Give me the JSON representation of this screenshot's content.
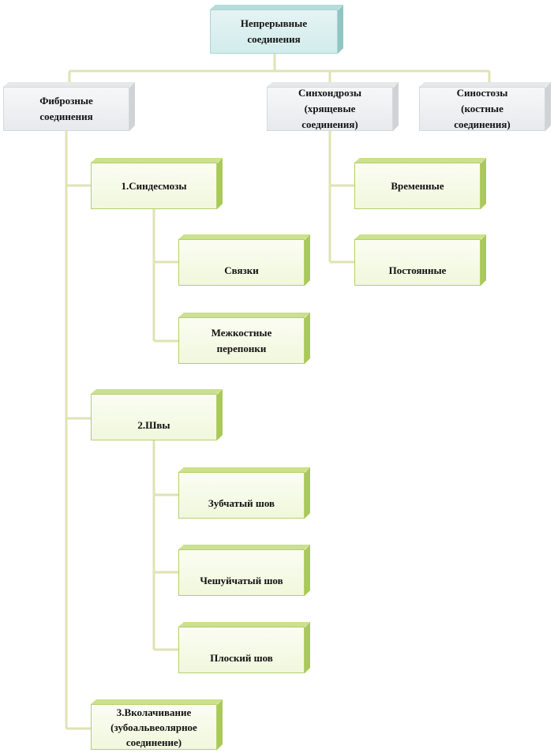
{
  "nodes": {
    "root": "Непрерывные\nсоединения",
    "fibrous": "Фиброзные\nсоединения",
    "synchondroses": "Синхондрозы\n(хрящевые\nсоединения)",
    "synostoses": "Синостозы\n(костные\nсоединения)",
    "syndesmoses": "1.Синдесмозы",
    "ligaments": "Связки",
    "interosseous_membranes": "Межкостные\nперепонки",
    "sutures": "2.Швы",
    "serrate_suture": "Зубчатый  шов",
    "squamous_suture": "Чешуйчатый  шов",
    "flat_suture": "Плоский  шов",
    "gomphosis": "3.Вколачивание\n(зубоальвеолярное\nсоединение)",
    "temporary": "Временные",
    "permanent": "Постоянные"
  },
  "colors": {
    "root_fill": "#d2ecec",
    "category_fill": "#e7eaed",
    "leaf_fill": "#f1f7dc",
    "connector": "#dfe3b3"
  }
}
